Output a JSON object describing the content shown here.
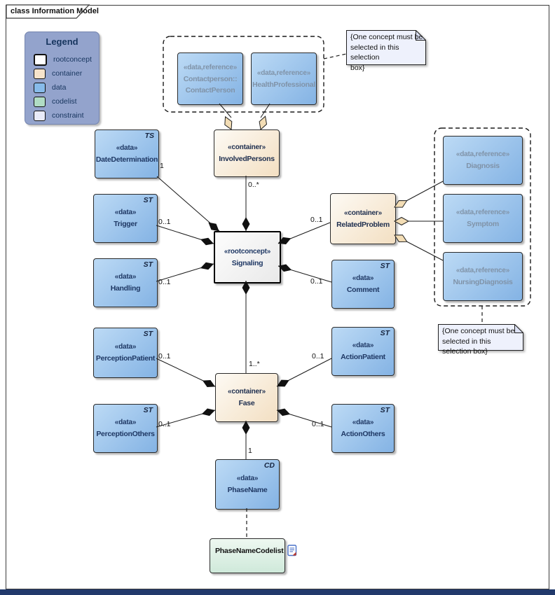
{
  "frame": {
    "tab_title": "class Information Model"
  },
  "legend": {
    "title": "Legend",
    "items": [
      {
        "label": "rootconcept",
        "color": "#ffffff"
      },
      {
        "label": "container",
        "color": "#f6e3cb"
      },
      {
        "label": "data",
        "color": "#87bbea"
      },
      {
        "label": "codelist",
        "color": "#b0dcc4"
      },
      {
        "label": "constraint",
        "color": "#e9ebf9"
      }
    ]
  },
  "colors": {
    "data_box": "#9cc4ee",
    "container_box": "#f3dfc2",
    "codelist_box": "#cfe9da",
    "constraint_note": "#eef1fc",
    "rootconcept_box": "#f2f2f2",
    "diamond_open": "#f3ddb5",
    "diamond_filled": "#111111",
    "legend_bg": "#93a3cc",
    "bottom_bar": "#21396b"
  },
  "nodes": {
    "contactperson": {
      "stereotype": "«data,reference»",
      "name": "Contactperson::\nContactPerson"
    },
    "healthprofessional": {
      "stereotype": "«data,reference»",
      "name": "HealthProfessional"
    },
    "involvedpersons": {
      "stereotype": "«container»",
      "name": "InvolvedPersons"
    },
    "datedetermination": {
      "stereotype": "«data»",
      "name": "DateDetermination",
      "tag": "TS"
    },
    "trigger": {
      "stereotype": "«data»",
      "name": "Trigger",
      "tag": "ST"
    },
    "handling": {
      "stereotype": "«data»",
      "name": "Handling",
      "tag": "ST"
    },
    "signaling": {
      "stereotype": "«rootconcept»",
      "name": "Signaling"
    },
    "relatedproblem": {
      "stereotype": "«container»",
      "name": "RelatedProblem"
    },
    "diagnosis": {
      "stereotype": "«data,reference»",
      "name": "Diagnosis"
    },
    "symptom": {
      "stereotype": "«data,reference»",
      "name": "Symptom"
    },
    "nursingdiagnosis": {
      "stereotype": "«data,reference»",
      "name": "NursingDiagnosis"
    },
    "comment": {
      "stereotype": "«data»",
      "name": "Comment",
      "tag": "ST"
    },
    "perceptionpatient": {
      "stereotype": "«data»",
      "name": "PerceptionPatient",
      "tag": "ST"
    },
    "perceptionothers": {
      "stereotype": "«data»",
      "name": "PerceptionOthers",
      "tag": "ST"
    },
    "fase": {
      "stereotype": "«container»",
      "name": "Fase"
    },
    "actionpatient": {
      "stereotype": "«data»",
      "name": "ActionPatient",
      "tag": "ST"
    },
    "actionothers": {
      "stereotype": "«data»",
      "name": "ActionOthers",
      "tag": "ST"
    },
    "phasename": {
      "stereotype": "«data»",
      "name": "PhaseName",
      "tag": "CD"
    },
    "phasenamecodelist": {
      "name": "PhaseNameCodelist"
    }
  },
  "notes": {
    "selection_top": "{One concept must be\nselected in this selection\nbox}",
    "selection_right": "{One concept must be\nselected in this selection box}"
  },
  "multiplicities": {
    "datedetermination": "1",
    "trigger": "0..1",
    "handling": "0..1",
    "involvedpersons": "0..*",
    "relatedproblem": "0..1",
    "comment": "0..1",
    "fase": "1..*",
    "perceptionpatient": "0..1",
    "perceptionothers": "0..1",
    "actionpatient": "0..1",
    "actionothers": "0..1",
    "phasename": "1"
  }
}
